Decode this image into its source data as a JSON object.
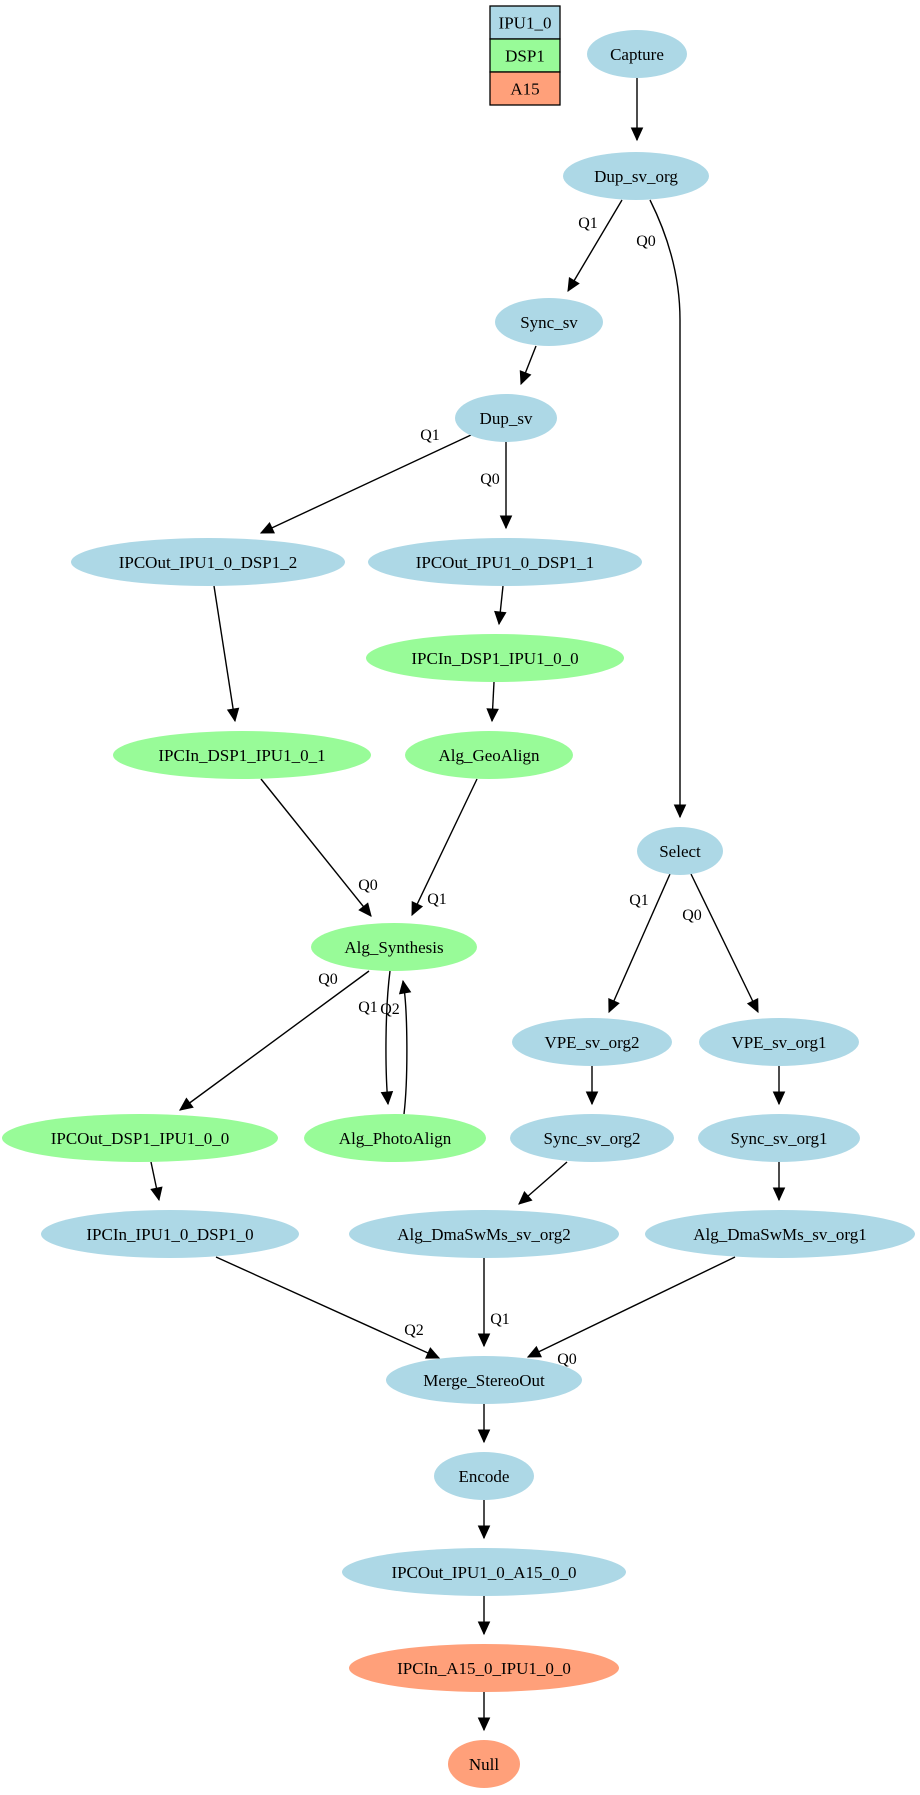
{
  "colors": {
    "IPU1_0": "#add8e6",
    "DSP1": "#98fb98",
    "A15": "#ffa07a"
  },
  "legend": [
    {
      "label": "IPU1_0",
      "color_key": "IPU1_0"
    },
    {
      "label": "DSP1",
      "color_key": "DSP1"
    },
    {
      "label": "A15",
      "color_key": "A15"
    }
  ],
  "nodes": [
    {
      "id": "capture",
      "label": "Capture",
      "group": "IPU1_0"
    },
    {
      "id": "dup_sv_org",
      "label": "Dup_sv_org",
      "group": "IPU1_0"
    },
    {
      "id": "sync_sv",
      "label": "Sync_sv",
      "group": "IPU1_0"
    },
    {
      "id": "dup_sv",
      "label": "Dup_sv",
      "group": "IPU1_0"
    },
    {
      "id": "ipcout_dsp1_2",
      "label": "IPCOut_IPU1_0_DSP1_2",
      "group": "IPU1_0"
    },
    {
      "id": "ipcout_dsp1_1",
      "label": "IPCOut_IPU1_0_DSP1_1",
      "group": "IPU1_0"
    },
    {
      "id": "ipcin_dsp1_0",
      "label": "IPCIn_DSP1_IPU1_0_0",
      "group": "DSP1"
    },
    {
      "id": "ipcin_dsp1_1",
      "label": "IPCIn_DSP1_IPU1_0_1",
      "group": "DSP1"
    },
    {
      "id": "alg_geoalign",
      "label": "Alg_GeoAlign",
      "group": "DSP1"
    },
    {
      "id": "select",
      "label": "Select",
      "group": "IPU1_0"
    },
    {
      "id": "alg_synthesis",
      "label": "Alg_Synthesis",
      "group": "DSP1"
    },
    {
      "id": "vpe_sv_org2",
      "label": "VPE_sv_org2",
      "group": "IPU1_0"
    },
    {
      "id": "vpe_sv_org1",
      "label": "VPE_sv_org1",
      "group": "IPU1_0"
    },
    {
      "id": "ipcout_dsp1_ipu",
      "label": "IPCOut_DSP1_IPU1_0_0",
      "group": "DSP1"
    },
    {
      "id": "alg_photoalign",
      "label": "Alg_PhotoAlign",
      "group": "DSP1"
    },
    {
      "id": "sync_sv_org2",
      "label": "Sync_sv_org2",
      "group": "IPU1_0"
    },
    {
      "id": "sync_sv_org1",
      "label": "Sync_sv_org1",
      "group": "IPU1_0"
    },
    {
      "id": "ipcin_ipu_dsp1",
      "label": "IPCIn_IPU1_0_DSP1_0",
      "group": "IPU1_0"
    },
    {
      "id": "alg_dma_org2",
      "label": "Alg_DmaSwMs_sv_org2",
      "group": "IPU1_0"
    },
    {
      "id": "alg_dma_org1",
      "label": "Alg_DmaSwMs_sv_org1",
      "group": "IPU1_0"
    },
    {
      "id": "merge_stereo",
      "label": "Merge_StereoOut",
      "group": "IPU1_0"
    },
    {
      "id": "encode",
      "label": "Encode",
      "group": "IPU1_0"
    },
    {
      "id": "ipcout_a15",
      "label": "IPCOut_IPU1_0_A15_0_0",
      "group": "IPU1_0"
    },
    {
      "id": "ipcin_a15",
      "label": "IPCIn_A15_0_IPU1_0_0",
      "group": "A15"
    },
    {
      "id": "null",
      "label": "Null",
      "group": "A15"
    }
  ],
  "edges": [
    {
      "id": "e1",
      "from": "capture",
      "to": "dup_sv_org",
      "label": ""
    },
    {
      "id": "e2",
      "from": "dup_sv_org",
      "to": "sync_sv",
      "label": "Q1"
    },
    {
      "id": "e3",
      "from": "dup_sv_org",
      "to": "select",
      "label": "Q0"
    },
    {
      "id": "e4",
      "from": "sync_sv",
      "to": "dup_sv",
      "label": ""
    },
    {
      "id": "e5",
      "from": "dup_sv",
      "to": "ipcout_dsp1_2",
      "label": "Q1"
    },
    {
      "id": "e6",
      "from": "dup_sv",
      "to": "ipcout_dsp1_1",
      "label": "Q0"
    },
    {
      "id": "e7",
      "from": "ipcout_dsp1_1",
      "to": "ipcin_dsp1_0",
      "label": ""
    },
    {
      "id": "e8",
      "from": "ipcin_dsp1_0",
      "to": "alg_geoalign",
      "label": ""
    },
    {
      "id": "e9",
      "from": "ipcout_dsp1_2",
      "to": "ipcin_dsp1_1",
      "label": ""
    },
    {
      "id": "e10",
      "from": "ipcin_dsp1_1",
      "to": "alg_synthesis",
      "label": "Q0"
    },
    {
      "id": "e11",
      "from": "alg_geoalign",
      "to": "alg_synthesis",
      "label": "Q1"
    },
    {
      "id": "e12",
      "from": "alg_synthesis",
      "to": "ipcout_dsp1_ipu",
      "label": "Q0"
    },
    {
      "id": "e13",
      "from": "alg_synthesis",
      "to": "alg_photoalign",
      "label": "Q1"
    },
    {
      "id": "e14",
      "from": "alg_photoalign",
      "to": "alg_synthesis",
      "label": "Q2"
    },
    {
      "id": "e15",
      "from": "select",
      "to": "vpe_sv_org2",
      "label": "Q1"
    },
    {
      "id": "e16",
      "from": "select",
      "to": "vpe_sv_org1",
      "label": "Q0"
    },
    {
      "id": "e17",
      "from": "vpe_sv_org2",
      "to": "sync_sv_org2",
      "label": ""
    },
    {
      "id": "e18",
      "from": "vpe_sv_org1",
      "to": "sync_sv_org1",
      "label": ""
    },
    {
      "id": "e19",
      "from": "sync_sv_org2",
      "to": "alg_dma_org2",
      "label": ""
    },
    {
      "id": "e20",
      "from": "sync_sv_org1",
      "to": "alg_dma_org1",
      "label": ""
    },
    {
      "id": "e21",
      "from": "ipcout_dsp1_ipu",
      "to": "ipcin_ipu_dsp1",
      "label": ""
    },
    {
      "id": "e22",
      "from": "ipcin_ipu_dsp1",
      "to": "merge_stereo",
      "label": "Q2"
    },
    {
      "id": "e23",
      "from": "alg_dma_org2",
      "to": "merge_stereo",
      "label": "Q1"
    },
    {
      "id": "e24",
      "from": "alg_dma_org1",
      "to": "merge_stereo",
      "label": "Q0"
    },
    {
      "id": "e25",
      "from": "merge_stereo",
      "to": "encode",
      "label": ""
    },
    {
      "id": "e26",
      "from": "encode",
      "to": "ipcout_a15",
      "label": ""
    },
    {
      "id": "e27",
      "from": "ipcout_a15",
      "to": "ipcin_a15",
      "label": ""
    },
    {
      "id": "e28",
      "from": "ipcin_a15",
      "to": "null",
      "label": ""
    }
  ]
}
